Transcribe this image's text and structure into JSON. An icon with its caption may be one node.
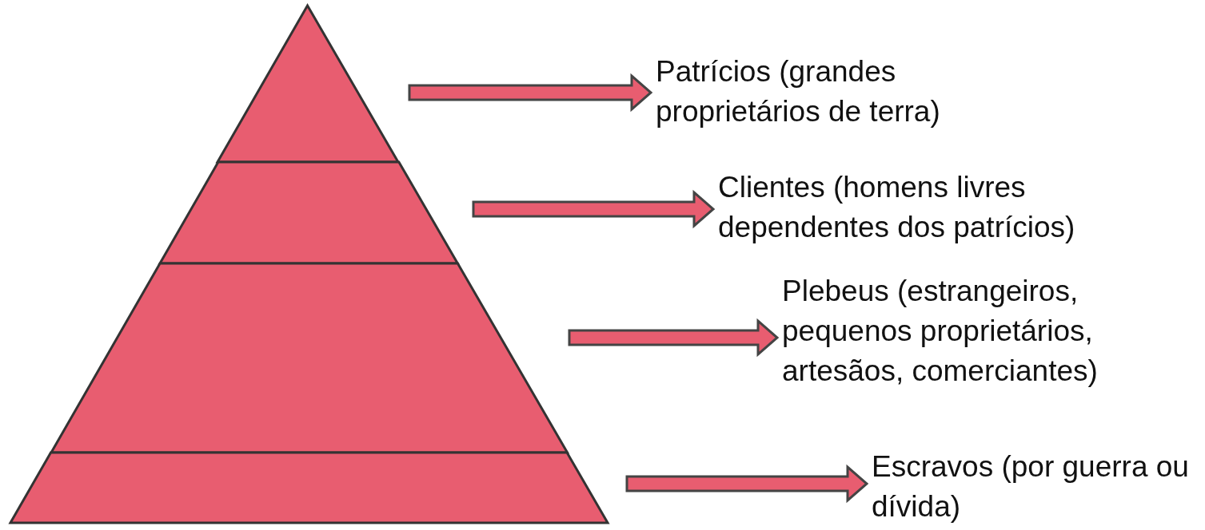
{
  "diagram": {
    "nodes": [
      {
        "text": [],
        "shape": "triangle"
      },
      {
        "text": [],
        "shape": "trapezoid"
      },
      {
        "text": [],
        "shape": "trapezoid"
      },
      {
        "text": [],
        "shape": "trapezoid"
      },
      {
        "text": [
          "Patrícios (grandes proprietários de terra)"
        ]
      },
      {
        "text": [
          "Clientes (homens livres dependentes dos patrícios)"
        ]
      },
      {
        "text": [
          "Plebeus (estrangeiros, pequenos proprietários, artesãos, comerciantes)"
        ]
      },
      {
        "text": [
          "Escravos (por guerra ou dívida)"
        ]
      }
    ],
    "edges": [
      {
        "from": 0,
        "to": 4,
        "arrow": "to"
      },
      {
        "from": 1,
        "to": 5,
        "arrow": "to"
      },
      {
        "from": 2,
        "to": 6,
        "arrow": "to"
      },
      {
        "from": 3,
        "to": 7,
        "arrow": "to"
      }
    ]
  }
}
